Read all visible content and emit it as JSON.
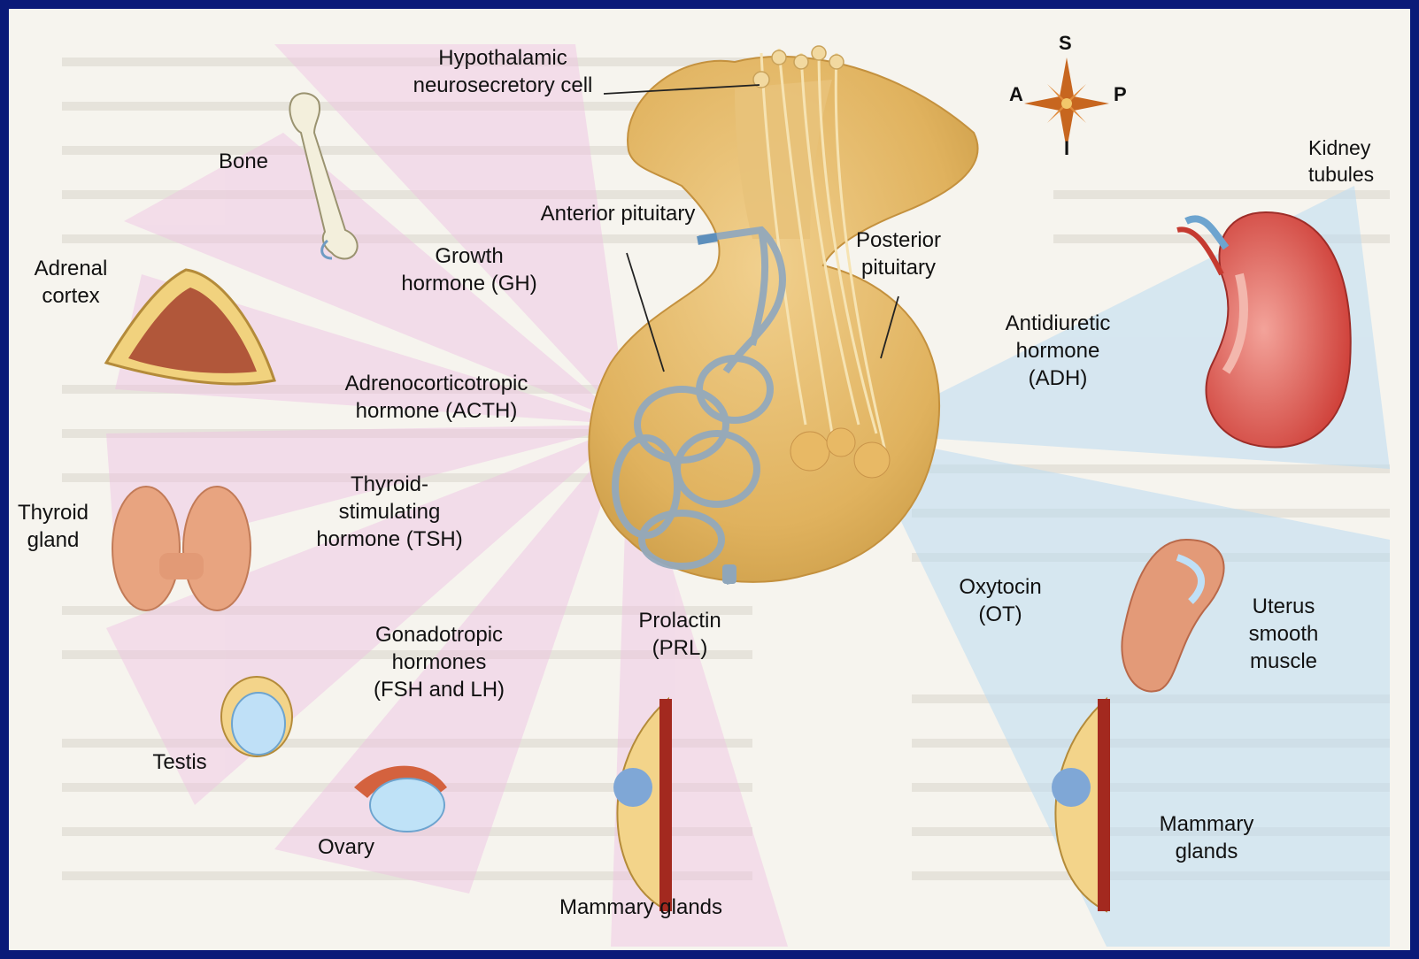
{
  "labels": {
    "hypothalamic_line1": "Hypothalamic",
    "hypothalamic_line2": "neurosecretory cell",
    "anterior_pituitary": "Anterior pituitary",
    "posterior_line1": "Posterior",
    "posterior_line2": "pituitary",
    "bone": "Bone",
    "adrenal_line1": "Adrenal",
    "adrenal_line2": "cortex",
    "gh_line1": "Growth",
    "gh_line2": "hormone (GH)",
    "acth_line1": "Adrenocorticotropic",
    "acth_line2": "hormone (ACTH)",
    "tsh_line1": "Thyroid-",
    "tsh_line2": "stimulating",
    "tsh_line3": "hormone (TSH)",
    "thyroid_line1": "Thyroid",
    "thyroid_line2": "gland",
    "gonado_line1": "Gonadotropic",
    "gonado_line2": "hormones",
    "gonado_line3": "(FSH and LH)",
    "prl_line1": "Prolactin",
    "prl_line2": "(PRL)",
    "testis": "Testis",
    "ovary": "Ovary",
    "mammary_left": "Mammary glands",
    "adh_line1": "Antidiuretic",
    "adh_line2": "hormone",
    "adh_line3": "(ADH)",
    "kidney_line1": "Kidney",
    "kidney_line2": "tubules",
    "ot_line1": "Oxytocin",
    "ot_line2": "(OT)",
    "uterus_line1": "Uterus",
    "uterus_line2": "smooth",
    "uterus_line3": "muscle",
    "mammary_right_line1": "Mammary",
    "mammary_right_line2": "glands"
  },
  "compass": {
    "s": "S",
    "a": "A",
    "p": "P",
    "i": "I"
  },
  "colors": {
    "frame": "#0a1a78",
    "page": "#f6f4ee",
    "pituitary": "#e5bb6a",
    "portal_vessels": "#9fb3c2",
    "anterior_beam": "#f0c6e6",
    "posterior_beam": "#c6e0f2",
    "kidney": "#d9504a",
    "uterus": "#d98866"
  }
}
